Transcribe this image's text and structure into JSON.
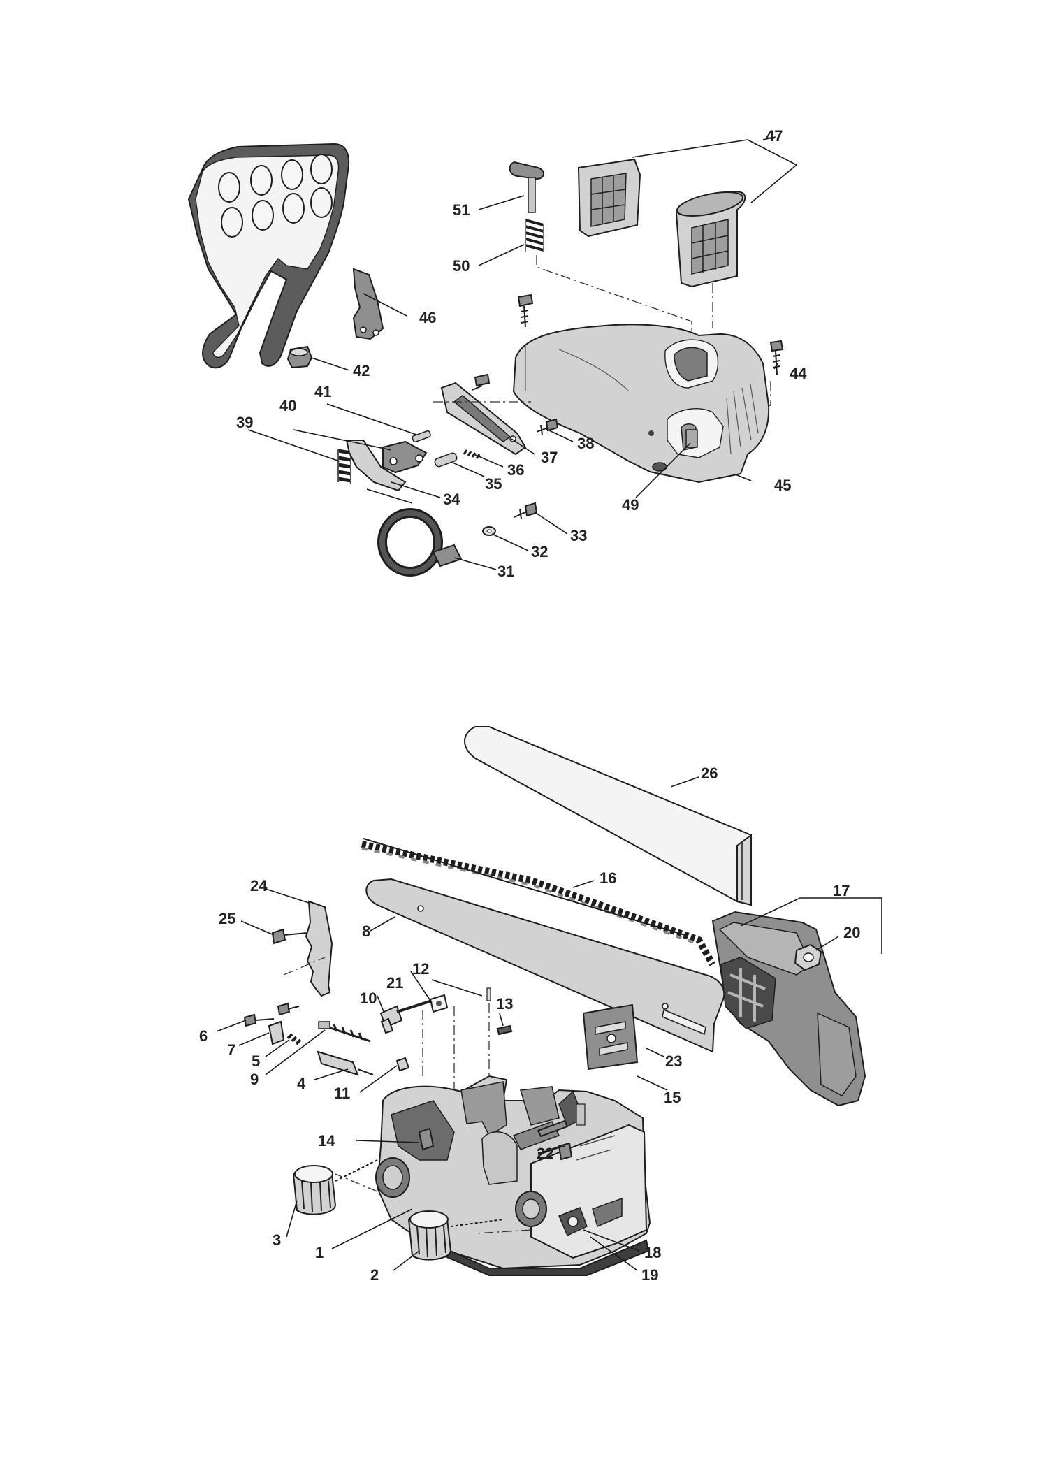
{
  "diagram": {
    "upper_assembly_labels": [
      "31",
      "32",
      "33",
      "34",
      "35",
      "36",
      "37",
      "38",
      "39",
      "40",
      "41",
      "42",
      "44",
      "45",
      "46",
      "47",
      "49",
      "50",
      "51"
    ],
    "lower_assembly_labels": [
      "1",
      "2",
      "3",
      "4",
      "5",
      "6",
      "7",
      "8",
      "9",
      "10",
      "11",
      "12",
      "13",
      "14",
      "15",
      "16",
      "17",
      "18",
      "19",
      "20",
      "21",
      "22",
      "23",
      "24",
      "25",
      "26"
    ]
  },
  "labels": {
    "l1": "1",
    "l2": "2",
    "l3": "3",
    "l4": "4",
    "l5": "5",
    "l6": "6",
    "l7": "7",
    "l8": "8",
    "l9": "9",
    "l10": "10",
    "l11": "11",
    "l12": "12",
    "l13": "13",
    "l14": "14",
    "l15": "15",
    "l16": "16",
    "l17": "17",
    "l18": "18",
    "l19": "19",
    "l20": "20",
    "l21": "21",
    "l22": "22",
    "l23": "23",
    "l24": "24",
    "l25": "25",
    "l26": "26",
    "l31": "31",
    "l32": "32",
    "l33": "33",
    "l34": "34",
    "l35": "35",
    "l36": "36",
    "l37": "37",
    "l38": "38",
    "l39": "39",
    "l40": "40",
    "l41": "41",
    "l42": "42",
    "l44": "44",
    "l45": "45",
    "l46": "46",
    "l47": "47",
    "l49": "49",
    "l50": "50",
    "l51": "51"
  }
}
